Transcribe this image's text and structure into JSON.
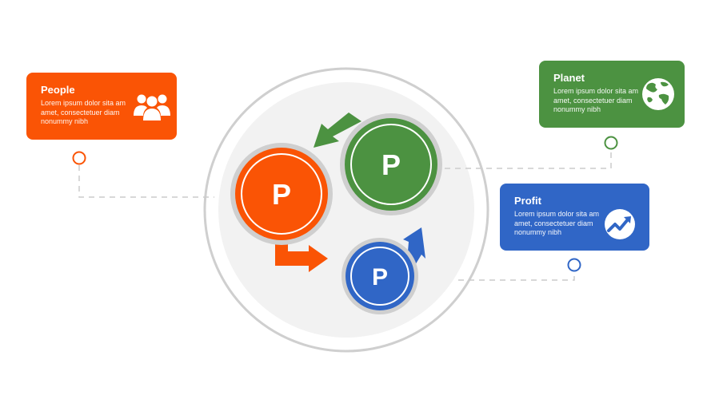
{
  "colors": {
    "people": "#fa5405",
    "planet": "#4c9241",
    "profit": "#3066c6",
    "ring": "#cfcfcf",
    "disc": "#f2f2f2",
    "connector": "#cccccc"
  },
  "cards": {
    "people": {
      "title": "People",
      "body": "Lorem ipsum dolor sita am amet, consectetuer diam nonummy  nibh",
      "icon": "people-group-icon"
    },
    "planet": {
      "title": "Planet",
      "body": "Lorem ipsum dolor sita am amet, consectetuer diam nonummy  nibh",
      "icon": "globe-icon"
    },
    "profit": {
      "title": "Profit",
      "body": "Lorem ipsum dolor sita am amet, consectetuer diam nonummy  nibh",
      "icon": "trend-up-icon"
    }
  },
  "circles": {
    "people": {
      "label": "P"
    },
    "planet": {
      "label": "P"
    },
    "profit": {
      "label": "P"
    }
  }
}
